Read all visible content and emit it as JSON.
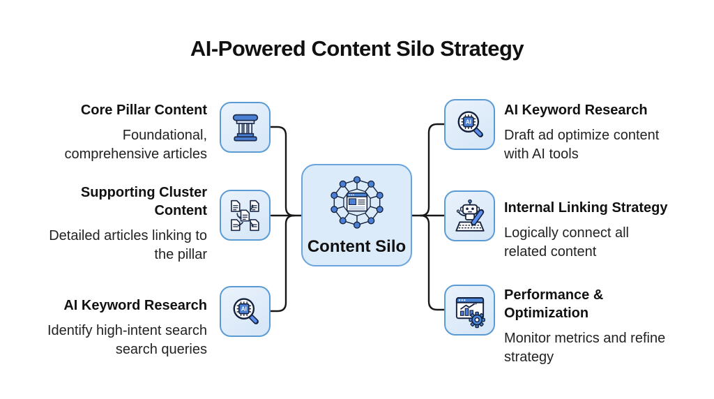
{
  "title": "AI-Powered Content Silo Strategy",
  "center_node": {
    "label": "Content Silo",
    "icon": "network-web-icon"
  },
  "ai_chip_label": "AI",
  "left_items": [
    {
      "icon": "pillar-icon",
      "title": "Core Pillar Content",
      "description": "Foundational,\ncomprehensive articles"
    },
    {
      "icon": "document-cluster-icon",
      "title": "Supporting Cluster\nContent",
      "description": "Detailed articles linking to\nthe pillar"
    },
    {
      "icon": "ai-search-icon",
      "title": "AI Keyword Research",
      "description": "Identify high-intent search\nsearch queries"
    }
  ],
  "right_items": [
    {
      "icon": "ai-search-icon",
      "title": "AI Keyword Research",
      "description": "Draft ad optimize content\nwith AI tools"
    },
    {
      "icon": "robot-writing-icon",
      "title": "Internal Linking Strategy",
      "description": "Logically connect all\nrelated content"
    },
    {
      "icon": "analytics-gear-icon",
      "title": "Performance &\nOptimization",
      "description": "Monitor metrics and refine\nstrategy"
    }
  ],
  "colors": {
    "accent_blue": "#4a7fd4",
    "light_blue_fill": "#dcebfa",
    "box_border": "#5b9bd5",
    "connector_line": "#171717",
    "text": "#161616"
  }
}
